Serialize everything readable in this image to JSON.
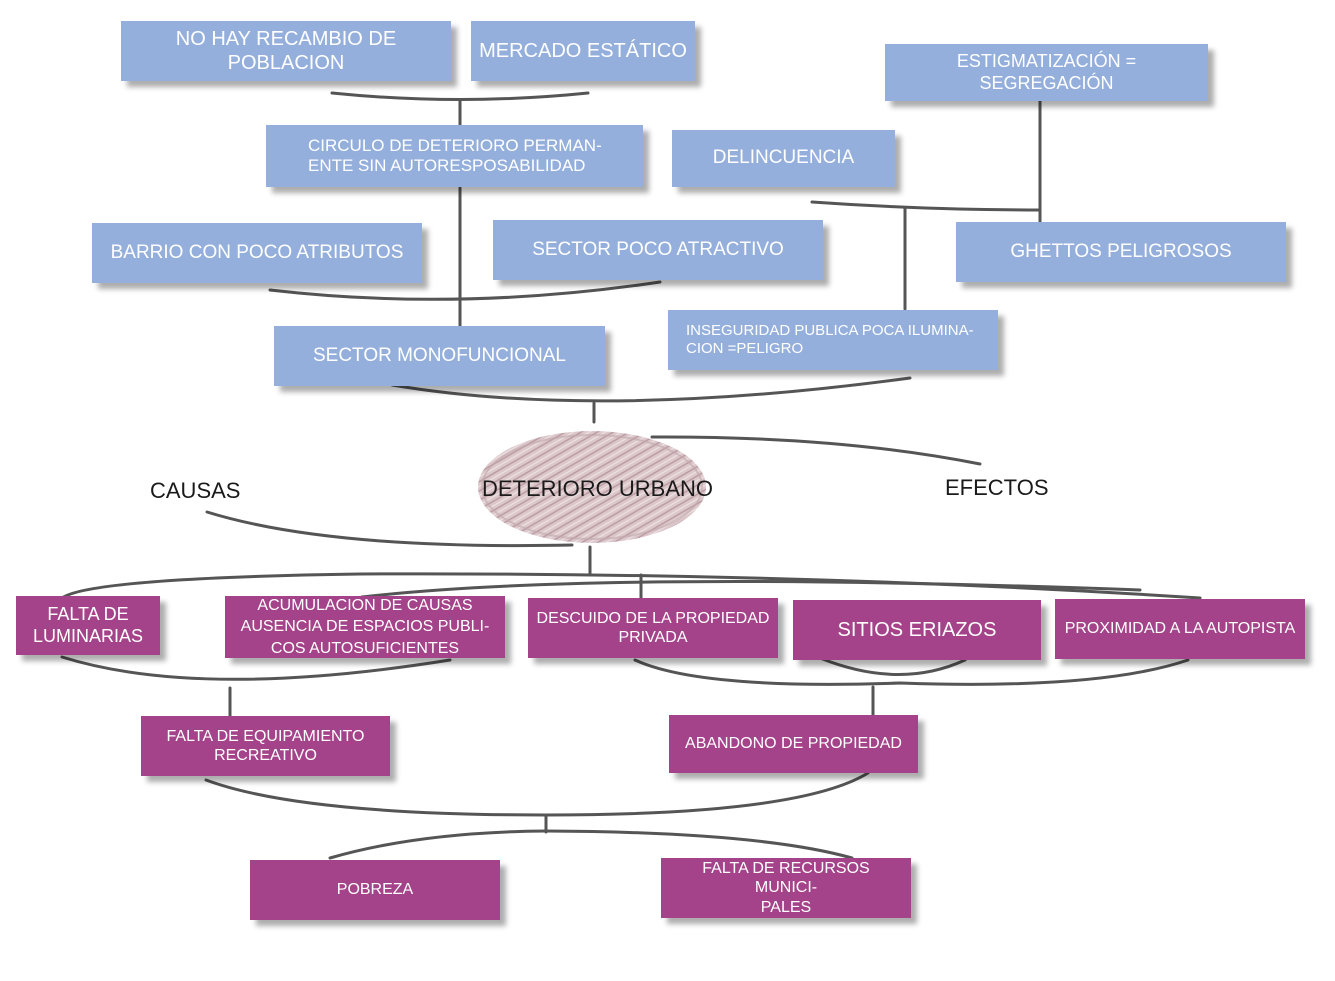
{
  "effects": {
    "no_recambio": "NO HAY RECAMBIO DE POBLACION",
    "mercado_estatico": "MERCADO ESTÁTICO",
    "estigmatizacion": "ESTIGMATIZACIÓN = SEGREGACIÓN",
    "circulo_deterioro": "CIRCULO DE DETERIORO PERMAN-\nENTE SIN AUTORESPOSABILIDAD",
    "delincuencia": "DELINCUENCIA",
    "barrio_poco_atributos": "BARRIO CON POCO ATRIBUTOS",
    "sector_poco_atractivo": "SECTOR POCO ATRACTIVO",
    "ghettos_peligrosos": "GHETTOS PELIGROSOS",
    "sector_monofuncional": "SECTOR MONOFUNCIONAL",
    "inseguridad_publica": "INSEGURIDAD PUBLICA POCA ILUMINA-\nCION =PELIGRO"
  },
  "center": {
    "title": "DETERIORO URBANO",
    "causas_label": "CAUSAS",
    "efectos_label": "EFECTOS"
  },
  "causes": {
    "falta_luminarias": "FALTA DE\nLUMINARIAS",
    "acumulacion_causas": "ACUMULACION DE CAUSAS\nAUSENCIA DE ESPACIOS PUBLI-\nCOS AUTOSUFICIENTES",
    "descuido_propiedad": "DESCUIDO DE LA PROPIEDAD\nPRIVADA",
    "sitios_eriazos": "SITIOS ERIAZOS",
    "proximidad_autopista": "PROXIMIDAD A LA AUTOPISTA",
    "falta_equipamiento": "FALTA DE EQUIPAMIENTO\nRECREATIVO",
    "abandono_propiedad": "ABANDONO DE PROPIEDAD",
    "pobreza": "POBREZA",
    "falta_recursos": "FALTA DE RECURSOS MUNICI-\nPALES"
  },
  "colors": {
    "effects_box": "#94afdc",
    "causes_box": "#a4428a",
    "connector": "#555555",
    "center_blob": "#d9c4c8"
  }
}
